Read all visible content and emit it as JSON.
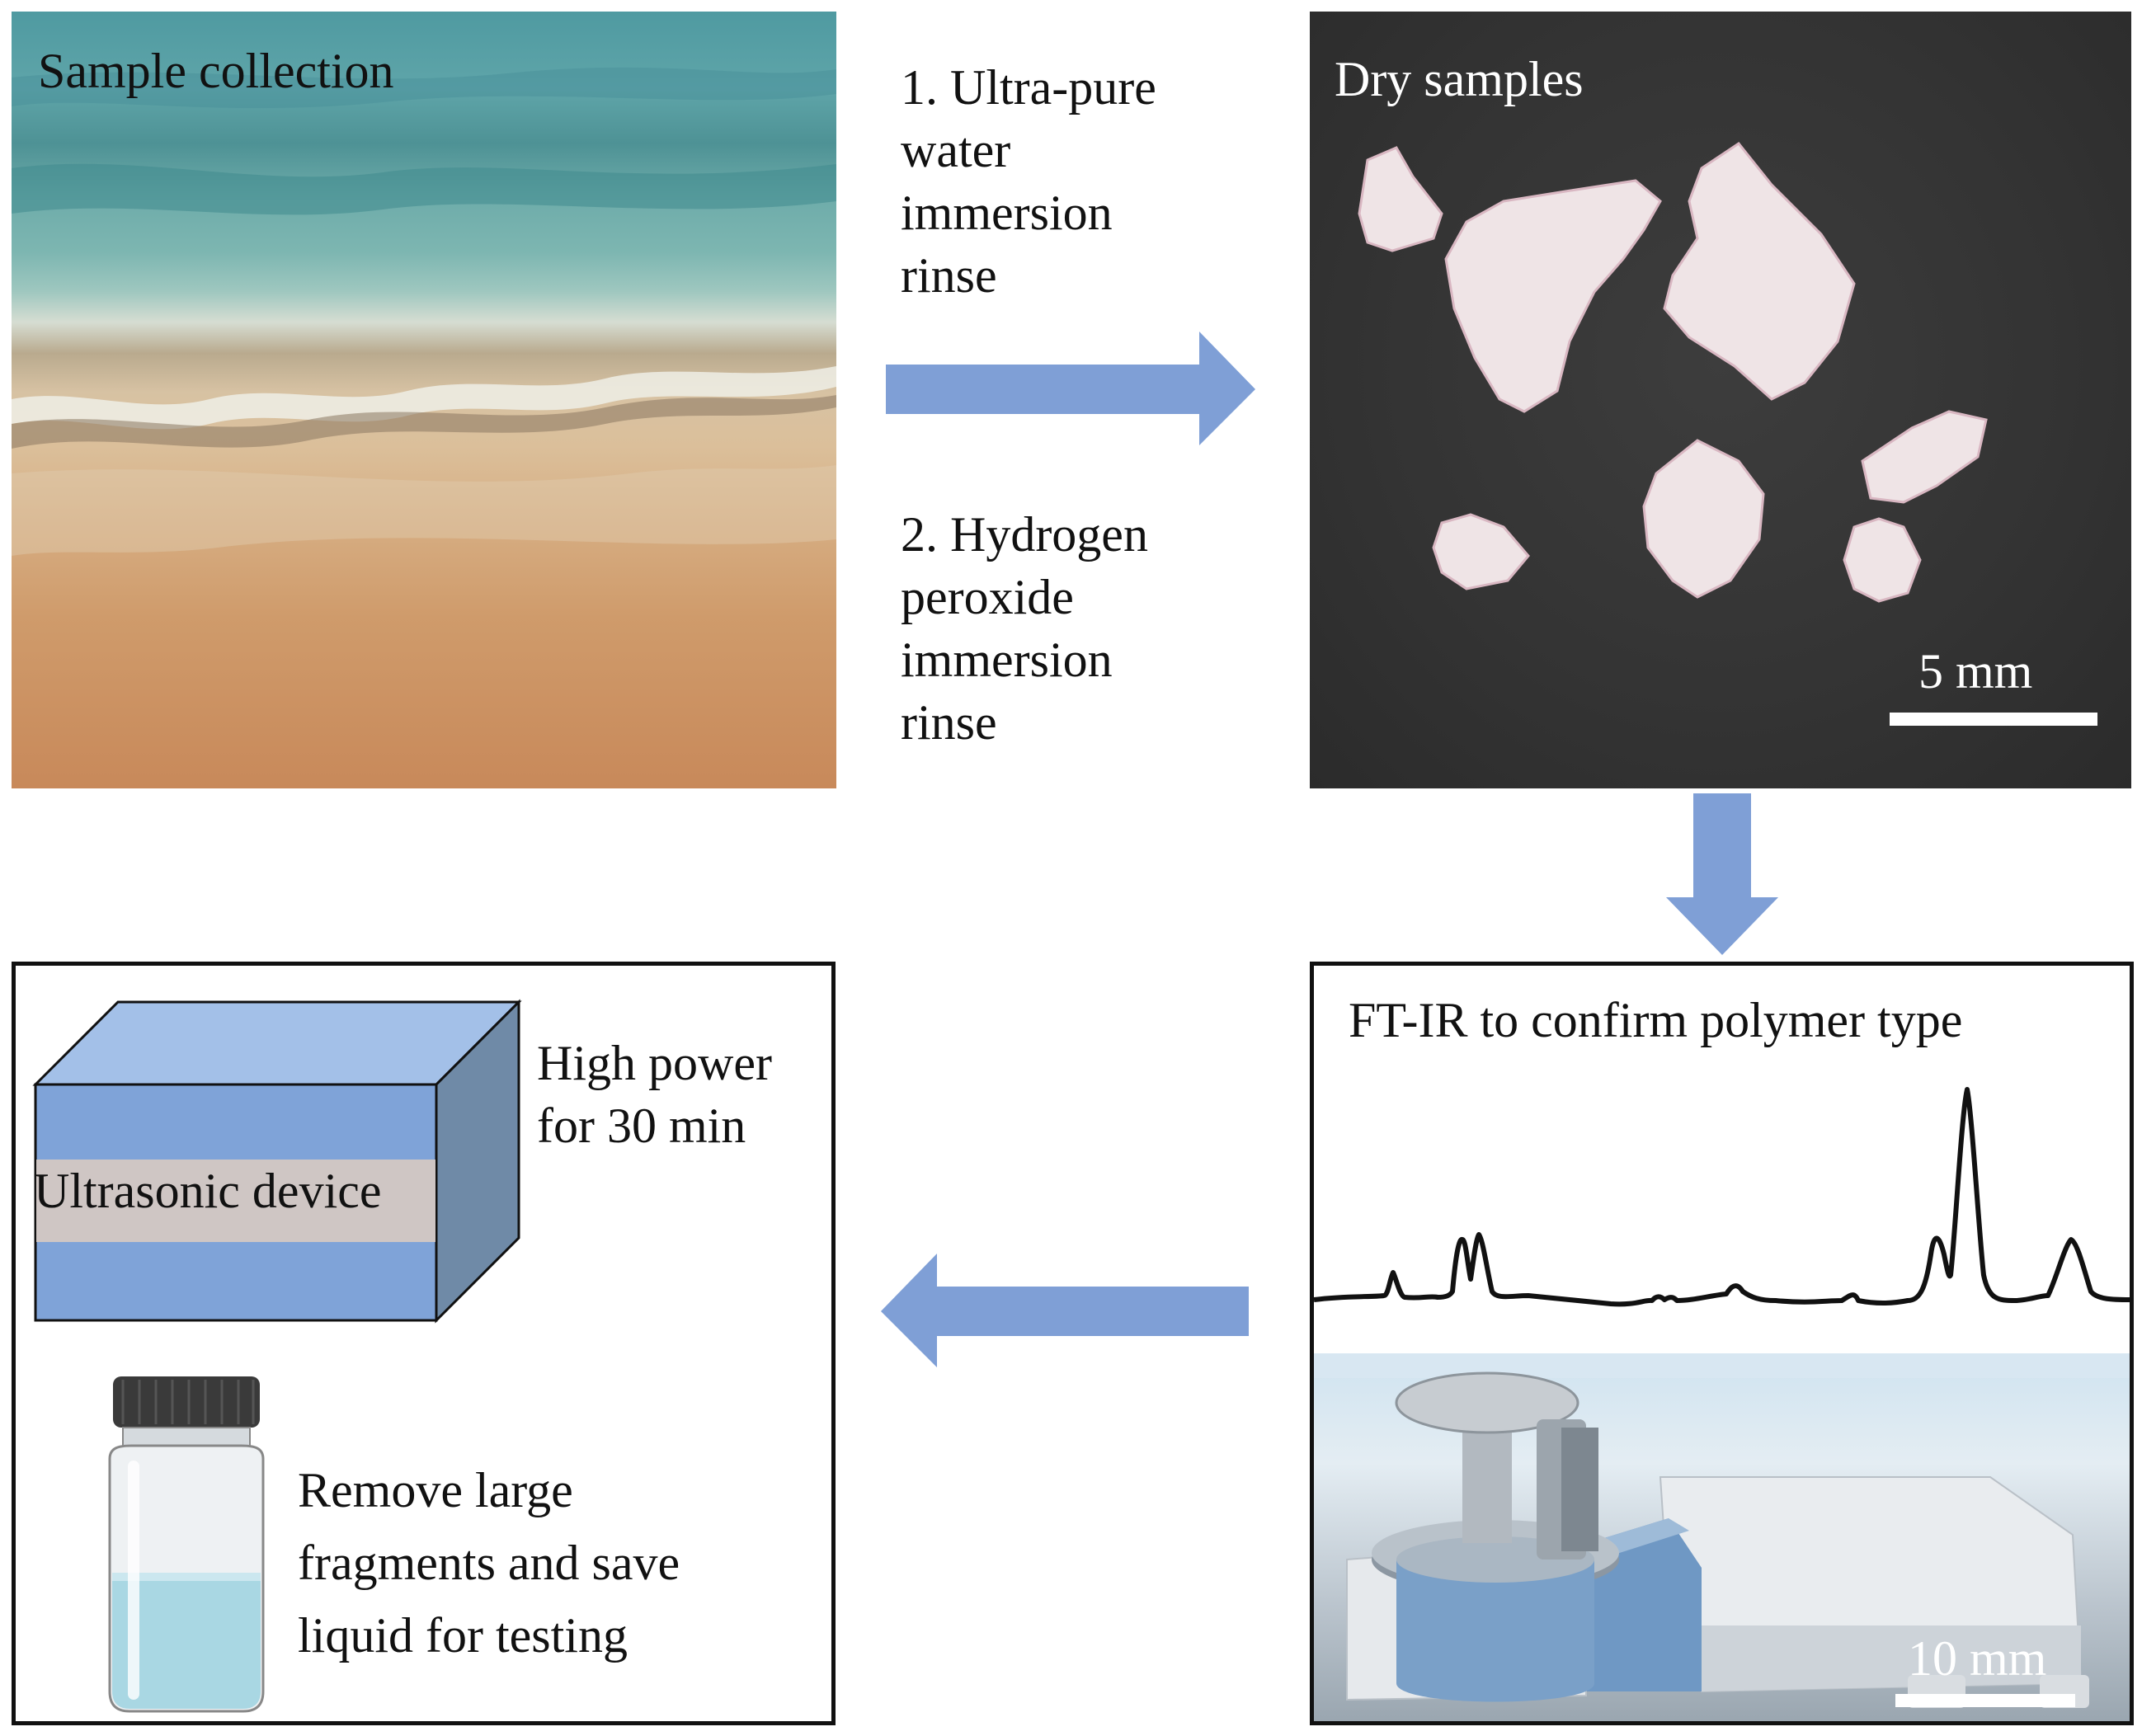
{
  "panels": {
    "sample_collection": {
      "label": "Sample collection"
    },
    "dry_samples": {
      "label": "Dry samples",
      "scale_label": "5 mm"
    },
    "ftir": {
      "label": "FT-IR to confirm polymer type",
      "scale_label": "10 mm"
    },
    "ultrasonic": {
      "device_label": "Ultrasonic device",
      "power_line1": "High power",
      "power_line2": "for 30 min",
      "remove_line1": "Remove large",
      "remove_line2": "fragments and save",
      "remove_line3": "liquid for testing"
    }
  },
  "steps": {
    "step1_line1": "1. Ultra-pure",
    "step1_line2": "water",
    "step1_line3": "immersion",
    "step1_line4": "rinse",
    "step2_line1": "2. Hydrogen",
    "step2_line2": "peroxide",
    "step2_line3": "immersion",
    "step2_line4": "rinse"
  },
  "colors": {
    "arrow": "#7f9fd6",
    "cube_front": "#7fa3d8",
    "cube_top": "#a3c0e8",
    "cube_side": "#6f8aa7",
    "cube_band": "#cfc6c4"
  }
}
